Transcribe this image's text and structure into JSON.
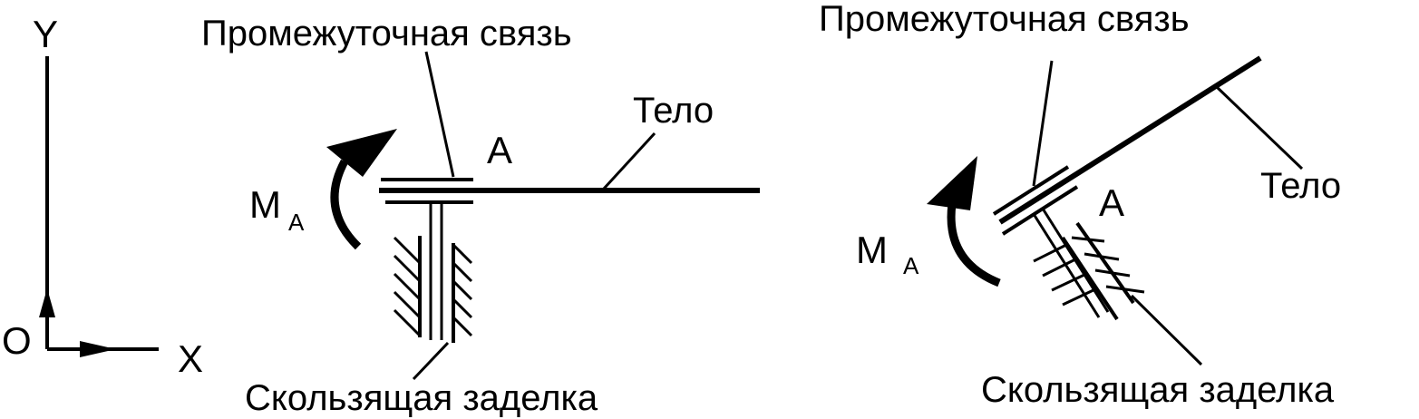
{
  "axes": {
    "y_label": "Y",
    "x_label": "X",
    "origin_label": "O"
  },
  "diagram_left": {
    "intermediate_link_label": "Промежуточная связь",
    "body_label": "Тело",
    "point_label": "A",
    "moment_label_main": "M",
    "moment_label_sub": "A",
    "sliding_support_label": "Скользящая заделка"
  },
  "diagram_right": {
    "intermediate_link_label": "Промежуточная связь",
    "body_label": "Тело",
    "point_label": "A",
    "moment_label_main": "M",
    "moment_label_sub": "A",
    "sliding_support_label": "Скользящая заделка"
  }
}
